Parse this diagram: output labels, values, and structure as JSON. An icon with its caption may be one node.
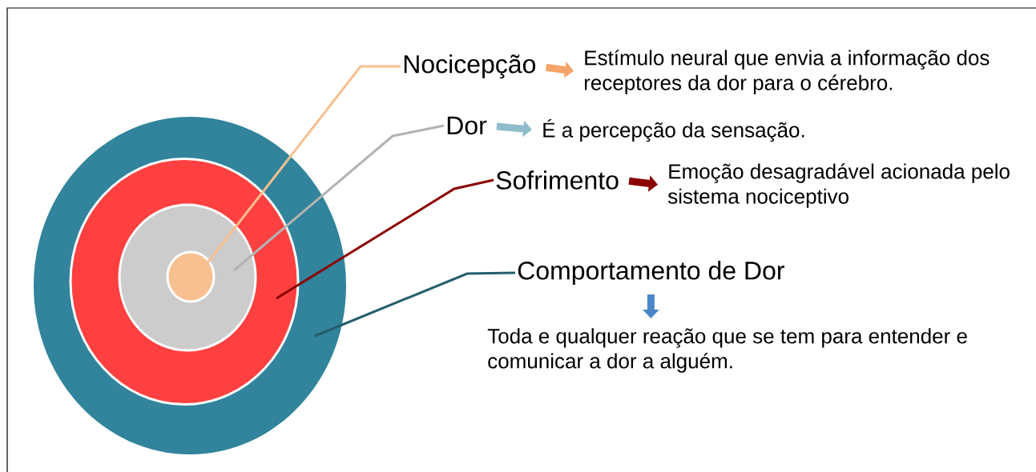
{
  "diagram": {
    "nodes": [
      {
        "text": [],
        "shape": "circle"
      },
      {
        "text": [],
        "shape": "circle",
        "in": 0
      },
      {
        "text": [],
        "shape": "circle",
        "in": 1
      },
      {
        "text": [],
        "shape": "circle",
        "in": 2
      },
      {
        "text": [
          "Nocicepção"
        ]
      },
      {
        "text": [
          "Estímulo neural que envia a informação dos receptores da dor para o cérebro."
        ]
      },
      {
        "text": [
          "Dor"
        ]
      },
      {
        "text": [
          "É a percepção da sensação."
        ]
      },
      {
        "text": [
          "Sofrimento"
        ]
      },
      {
        "text": [
          "Emoção desagradável acionada pelo sistema nociceptivo"
        ]
      },
      {
        "text": [
          "Comportamento de Dor"
        ]
      },
      {
        "text": [
          "Toda e qualquer reação que se tem para entender e comunicar a dor a alguém."
        ]
      }
    ],
    "edges": [
      {
        "from": 4,
        "to": 3,
        "arrow": "none",
        "color": "#f9c08f"
      },
      {
        "from": 6,
        "to": 2,
        "arrow": "none",
        "color": "#b3b3b3"
      },
      {
        "from": 8,
        "to": 1,
        "arrow": "none",
        "color": "#8b0000"
      },
      {
        "from": 10,
        "to": 0,
        "arrow": "none",
        "color": "#245e6c"
      },
      {
        "from": 4,
        "to": 5,
        "arrow": "to",
        "style": "thick",
        "color": "#f5a46a"
      },
      {
        "from": 6,
        "to": 7,
        "arrow": "to",
        "style": "thick",
        "color": "#8fbccb"
      },
      {
        "from": 8,
        "to": 9,
        "arrow": "to",
        "style": "thick",
        "color": "#8b0000"
      },
      {
        "from": 10,
        "to": 11,
        "arrow": "to",
        "style": "thick",
        "color": "#4a86c8"
      }
    ]
  }
}
